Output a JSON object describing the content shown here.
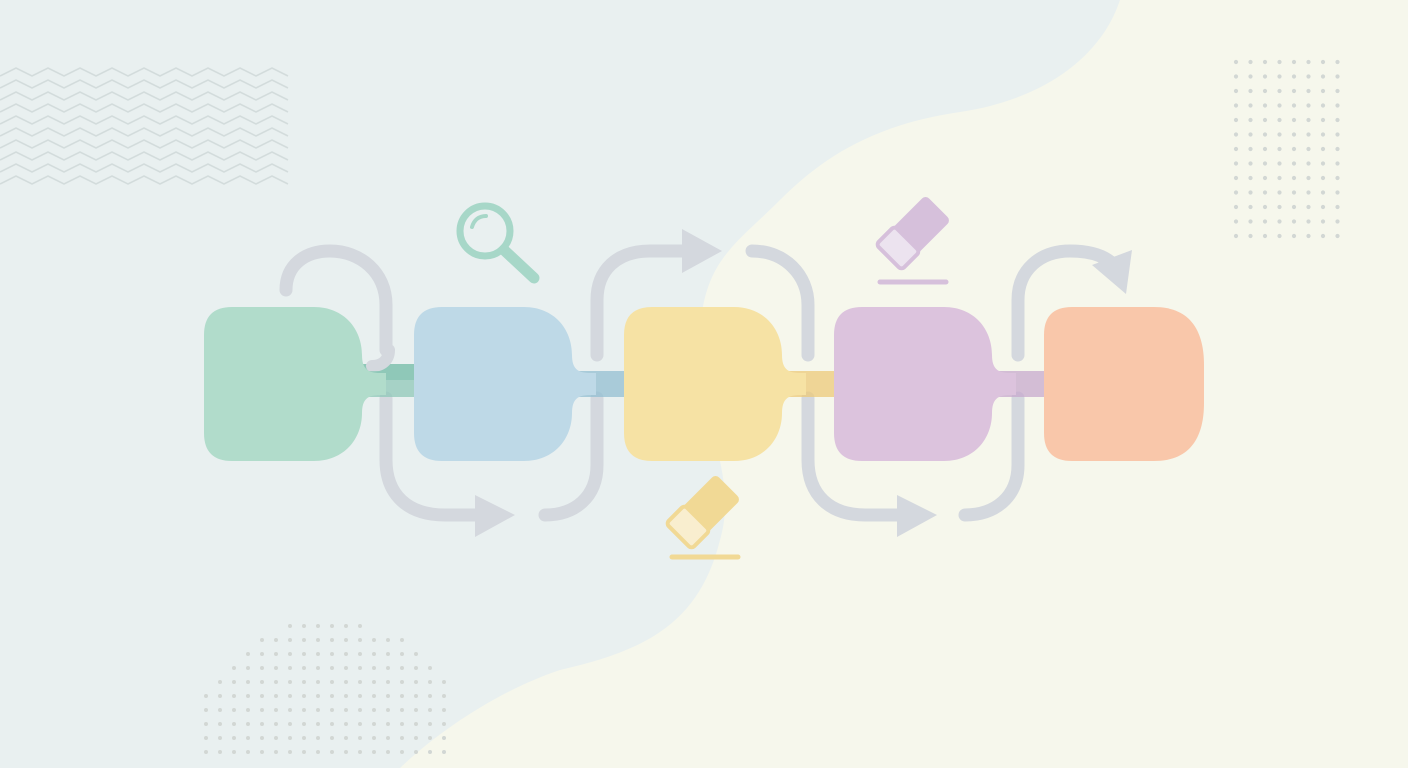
{
  "diagram": {
    "type": "process-flow",
    "step_count": 5,
    "steps": [
      {
        "id": "step-1",
        "color": "#b1dccb",
        "connector_color": "#8fc8b8"
      },
      {
        "id": "step-2",
        "color": "#bed9e7",
        "connector_color": "#93bfd2"
      },
      {
        "id": "step-3",
        "color": "#f6e2a4",
        "connector_color": "#ecc97a"
      },
      {
        "id": "step-4",
        "color": "#dcc3dd",
        "connector_color": "#c7a9ce"
      },
      {
        "id": "step-5",
        "color": "#f9c7aa",
        "connector_color": "#f0b092"
      }
    ],
    "icons": [
      {
        "name": "magnifier-icon",
        "color": "#a7d7c8",
        "near": "step-2"
      },
      {
        "name": "eraser-icon",
        "color": "#f1d995",
        "near": "step-3"
      },
      {
        "name": "eraser-icon",
        "color": "#d6c0db",
        "near": "step-4"
      }
    ],
    "arrow_color": "#d4d8de"
  },
  "background": {
    "left_color": "#e9f0f0",
    "right_color": "#f6f7ec",
    "pattern_color": "#d3dcdc",
    "dot_color": "#d2d7d4"
  }
}
